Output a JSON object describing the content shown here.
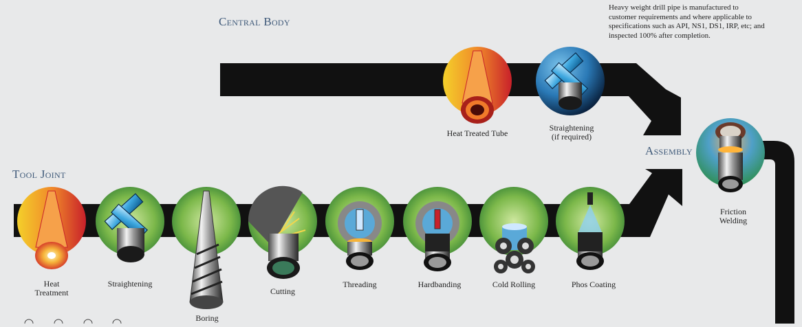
{
  "sections": {
    "central_body": "Central Body",
    "tool_joint": "Tool Joint",
    "assembly": "Assembly"
  },
  "note": "Heavy weight drill pipe is manufactured to customer requirements and where applicable to specifications such as API, NS1, DS1, IRP, etc; and inspected 100% after completion.",
  "central_steps": [
    {
      "label": "Heat Treated Tube",
      "icon": "heat-treated-tube-icon"
    },
    {
      "label": "Straightening\n(if required)",
      "icon": "straightening-icon"
    }
  ],
  "tool_joint_steps": [
    {
      "label": "Heat\nTreatment",
      "icon": "heat-treatment-icon"
    },
    {
      "label": "Straightening",
      "icon": "straightening-icon"
    },
    {
      "label": "Boring",
      "icon": "boring-icon"
    },
    {
      "label": "Cutting",
      "icon": "cutting-icon"
    },
    {
      "label": "Threading",
      "icon": "threading-icon"
    },
    {
      "label": "Hardbanding",
      "icon": "hardbanding-icon"
    },
    {
      "label": "Cold Rolling",
      "icon": "cold-rolling-icon"
    },
    {
      "label": "Phos Coating",
      "icon": "phos-coating-icon"
    }
  ],
  "final_step": {
    "label": "Friction\nWelding",
    "icon": "friction-welding-icon"
  },
  "colors": {
    "arrow": "#111111",
    "title": "#3d5878",
    "heat_red": "#c8202a",
    "heat_yellow": "#f4d02a",
    "green_dark": "#2f7d33",
    "green_light": "#9ccb5a",
    "blue_dark": "#0b3a66",
    "blue_light": "#5fb0e0"
  }
}
